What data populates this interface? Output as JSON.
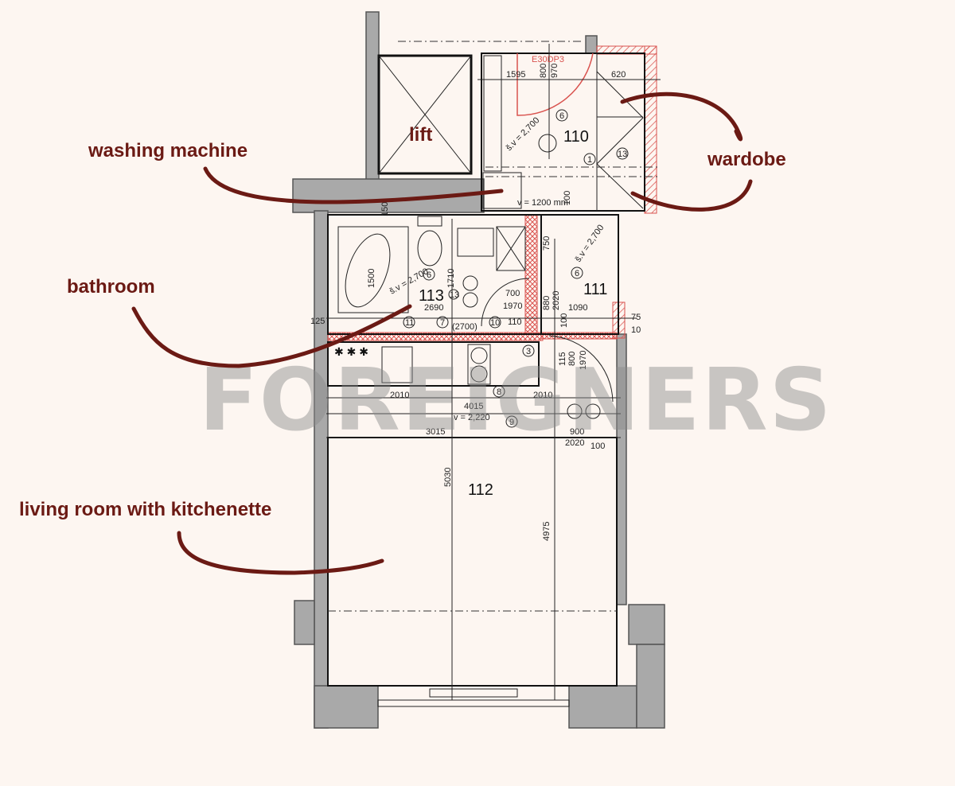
{
  "annotations": {
    "washing_machine": "washing machine",
    "wardrobe": "wardobe",
    "lift": "lift",
    "bathroom": "bathroom",
    "living_room": "living room with kitchenette"
  },
  "rooms": {
    "r110": "110",
    "r111": "111",
    "r112": "112",
    "r113": "113"
  },
  "plan_codes": {
    "door_code": "E30DP3",
    "wm_height": "v = 1200 mm",
    "v110": "š.v = 2,700",
    "v111": "š.v = 2,700",
    "v113": "š.v = 2,700",
    "v_kitchen": "v = 2,220"
  },
  "dimensions": {
    "d1595": "1595",
    "d800a": "800",
    "d970": "970",
    "d620": "620",
    "d100a": "100",
    "d150": "150",
    "d1500": "1500",
    "d1710": "1710",
    "d2690": "2690",
    "d125": "125",
    "d2700": "(2700)",
    "d110": "110",
    "d700": "700",
    "d1970a": "1970",
    "d880": "880",
    "d2020a": "2020",
    "d1090": "1090",
    "d750": "750",
    "d100b": "100",
    "d115": "115",
    "d800b": "800",
    "d1970b": "1970",
    "d2010a": "2010",
    "d2010b": "2010",
    "d4015": "4015",
    "d3015": "3015",
    "d900": "900",
    "d2020b": "2020",
    "d100c": "100",
    "d5030": "5030",
    "d4975": "4975",
    "d75": "75",
    "d10": "10"
  },
  "markers": [
    "1",
    "3",
    "6",
    "6",
    "6",
    "7",
    "8",
    "9",
    "10",
    "11",
    "13",
    "13"
  ],
  "watermark": "FOREIGNERS",
  "colors": {
    "annotation": "#6b1a14",
    "background": "#fdf6f1",
    "wall": "#a9a9a9",
    "fire_wall": "#d9534f"
  }
}
